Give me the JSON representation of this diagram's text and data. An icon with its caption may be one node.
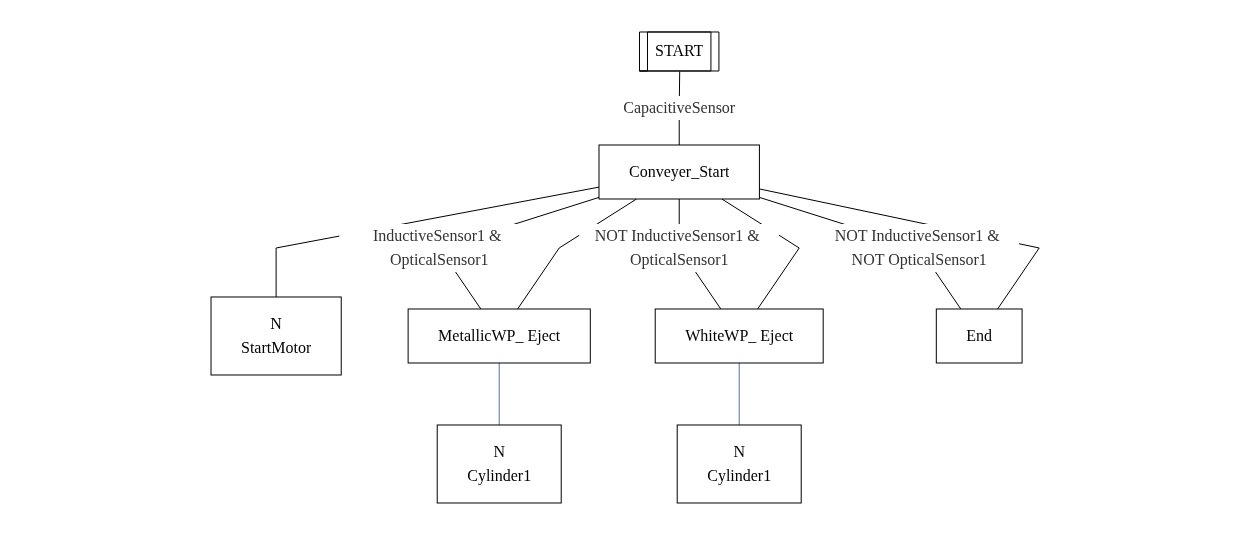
{
  "diagram": {
    "nodes": [
      {
        "text": [
          "START"
        ]
      },
      {
        "text": [
          "Conveyer_Start"
        ]
      },
      {
        "text": [
          "N",
          "StartMotor"
        ]
      },
      {
        "text": [
          "MetallicWP_ Eject"
        ]
      },
      {
        "text": [
          "N",
          "Cylinder1"
        ]
      },
      {
        "text": [
          "WhiteWP_ Eject"
        ]
      },
      {
        "text": [
          "N",
          "Cylinder1"
        ]
      },
      {
        "text": [
          "End"
        ]
      }
    ],
    "edges": [
      {
        "from": 0,
        "to": 1,
        "arrow": "none",
        "label": "CapacitiveSensor"
      },
      {
        "from": 1,
        "to": 2,
        "arrow": "none"
      },
      {
        "from": 1,
        "to": 3,
        "arrow": "none",
        "label": "InductiveSensor1 & OpticalSensor1"
      },
      {
        "from": 1,
        "to": 5,
        "arrow": "none",
        "label": "NOT InductiveSensor1 & OpticalSensor1"
      },
      {
        "from": 1,
        "to": 7,
        "arrow": "none",
        "label": "NOT InductiveSensor1 & NOT OpticalSensor1"
      },
      {
        "from": 3,
        "to": 4,
        "arrow": "none",
        "color": "#4472c4"
      },
      {
        "from": 5,
        "to": 6,
        "arrow": "none",
        "color": "#4472c4"
      },
      {
        "from": 3,
        "to": 1,
        "arrow": "none"
      },
      {
        "from": 5,
        "to": 1,
        "arrow": "none"
      },
      {
        "from": 7,
        "to": 1,
        "arrow": "none"
      }
    ]
  }
}
